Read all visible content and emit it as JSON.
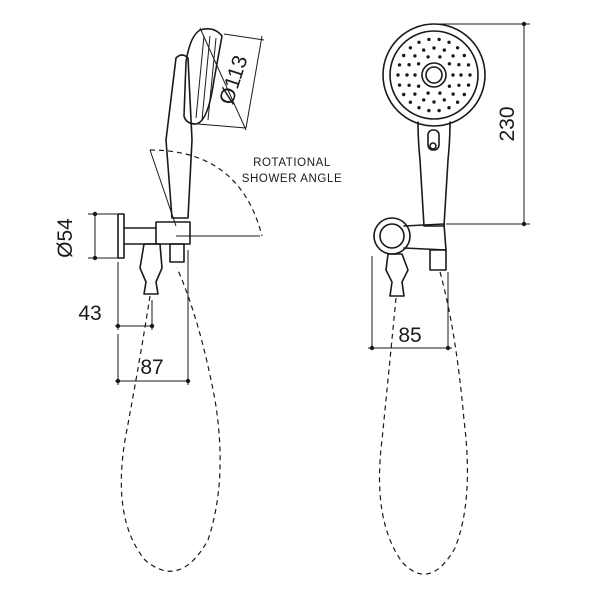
{
  "dimensions": {
    "head_diameter": "Ø113",
    "wall_bracket_diameter": "Ø54",
    "projection_outlet": "43",
    "projection_total": "87",
    "height": "230",
    "width": "85"
  },
  "annotation": {
    "line1": "ROTATIONAL",
    "line2": "SHOWER ANGLE"
  }
}
